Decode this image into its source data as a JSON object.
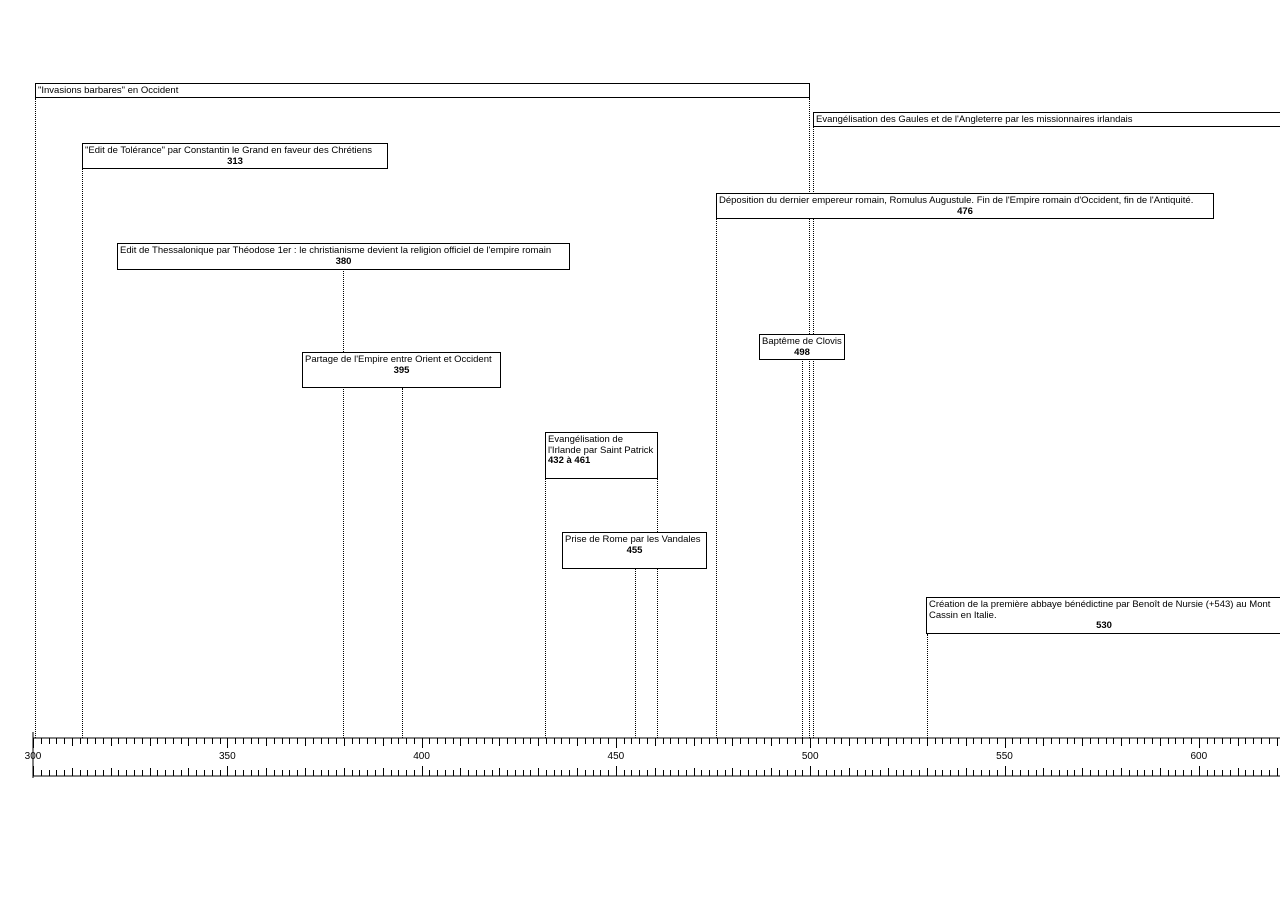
{
  "axis": {
    "start": 300,
    "end": 620,
    "major_labels": [
      "300",
      "350",
      "400",
      "450",
      "500",
      "550",
      "600"
    ]
  },
  "events": [
    {
      "id": "invasions",
      "label": "\"Invasions barbares\" en Occident",
      "date": "",
      "start": 300,
      "end": 500
    },
    {
      "id": "evangelisation-gaules",
      "label": "Evangélisation des Gaules et de l'Angleterre par les missionnaires irlandais",
      "date": "",
      "start": 501,
      "end": 620
    },
    {
      "id": "tolerance",
      "label": "\"Edit de Tolérance\" par Constantin le Grand en faveur des Chrétiens",
      "date": "313",
      "start": 313
    },
    {
      "id": "deposition",
      "label": "Déposition du dernier empereur romain, Romulus Augustule. Fin de l'Empire romain d'Occident, fin de l'Antiquité.",
      "date": "476",
      "start": 476
    },
    {
      "id": "thessalonique",
      "label": "Edit de Thessalonique par Théodose 1er : le christianisme devient la religion officiel de l'empire romain",
      "date": "380",
      "start": 380
    },
    {
      "id": "clovis",
      "label": "Baptême de Clovis",
      "date": "498",
      "start": 498
    },
    {
      "id": "partage",
      "label": "Partage de l'Empire entre Orient et Occident",
      "date": "395",
      "start": 395
    },
    {
      "id": "irlande",
      "label": "Evangélisation de l'Irlande par Saint Patrick",
      "date": "432 à 461",
      "start": 432,
      "end": 461
    },
    {
      "id": "rome",
      "label": "Prise de Rome par les Vandales",
      "date": "455",
      "start": 455
    },
    {
      "id": "abbaye",
      "label": "Création de la première abbaye bénédictine par Benoît de Nursie (+543) au Mont Cassin en Italie.",
      "date": "530",
      "start": 530
    }
  ]
}
